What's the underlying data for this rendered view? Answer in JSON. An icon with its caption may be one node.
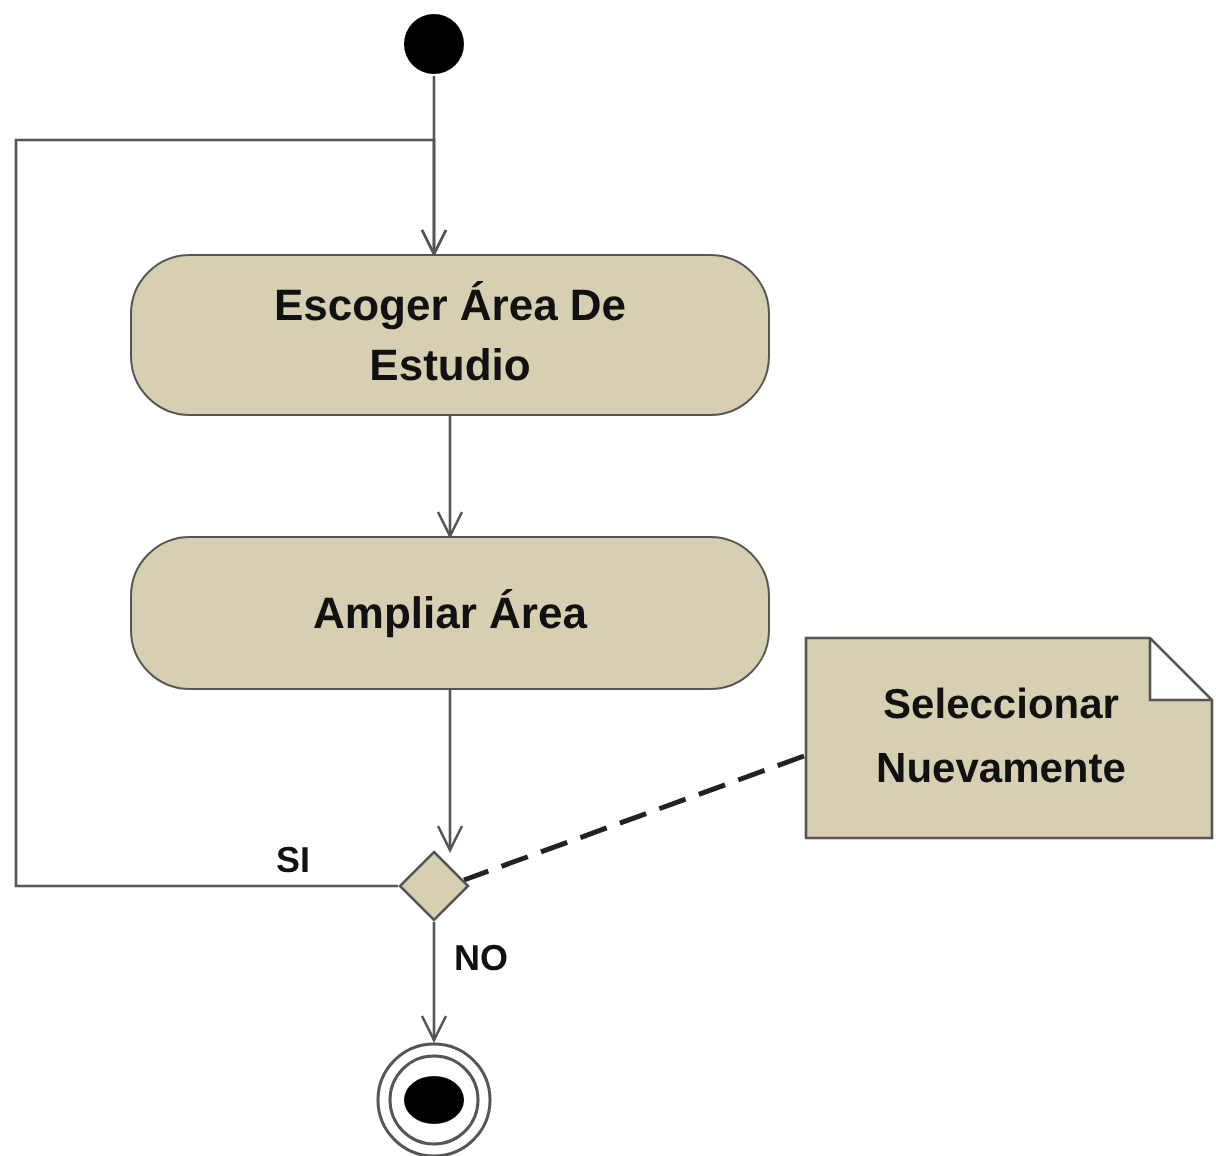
{
  "diagram": {
    "nodes": [
      {
        "text": [],
        "shape": "circle"
      },
      {
        "text": [
          "Escoger Área De Estudio"
        ]
      },
      {
        "text": [
          "Ampliar Área"
        ]
      },
      {
        "text": [],
        "shape": "diamond"
      },
      {
        "text": [],
        "shape": "circle"
      },
      {
        "text": [
          "Seleccionar Nuevamente"
        ]
      }
    ],
    "edges": [
      {
        "from": 0,
        "to": 1,
        "arrow": "to"
      },
      {
        "from": 1,
        "to": 2,
        "arrow": "to"
      },
      {
        "from": 2,
        "to": 3,
        "arrow": "to"
      },
      {
        "from": 3,
        "to": 4,
        "arrow": "to",
        "label": "NO"
      },
      {
        "from": 3,
        "to": 1,
        "arrow": "to",
        "label": "SI"
      },
      {
        "from": 5,
        "to": 3,
        "arrow": "none",
        "style": "dashed"
      }
    ]
  }
}
